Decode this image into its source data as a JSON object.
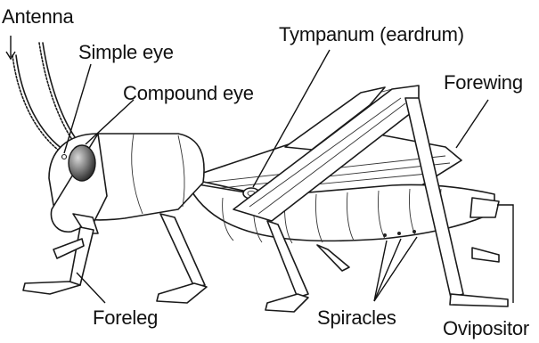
{
  "labels": {
    "antenna": "Antenna",
    "simple_eye": "Simple eye",
    "compound_eye": "Compound eye",
    "tympanum": "Tympanum (eardrum)",
    "forewing": "Forewing",
    "foreleg": "Foreleg",
    "spiracles": "Spiracles",
    "ovipositor": "Ovipositor"
  },
  "colors": {
    "line": "#1a1a1a",
    "body_fill": "#ffffff",
    "eye_fill": "#6b6b6b"
  }
}
